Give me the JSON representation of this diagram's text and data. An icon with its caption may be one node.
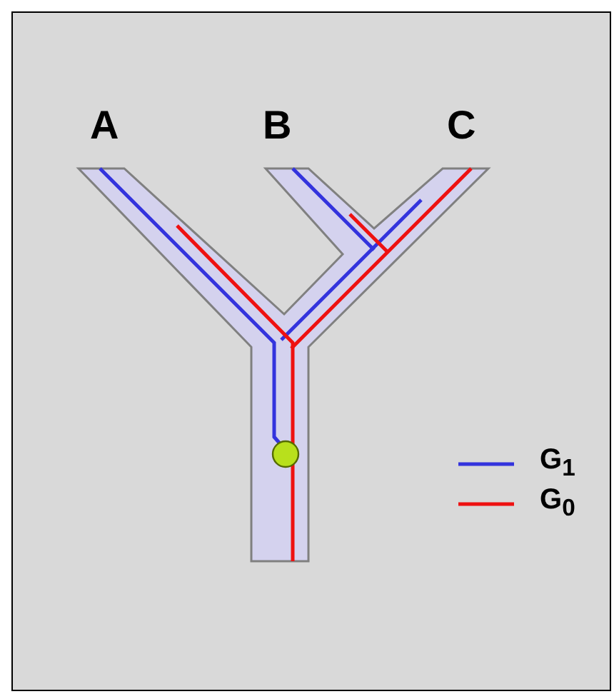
{
  "diagram": {
    "labels": [
      "A",
      "B",
      "C"
    ],
    "legend": [
      {
        "text": "G$_{1}$"
      },
      {
        "text": "G$_{0}$"
      }
    ]
  }
}
